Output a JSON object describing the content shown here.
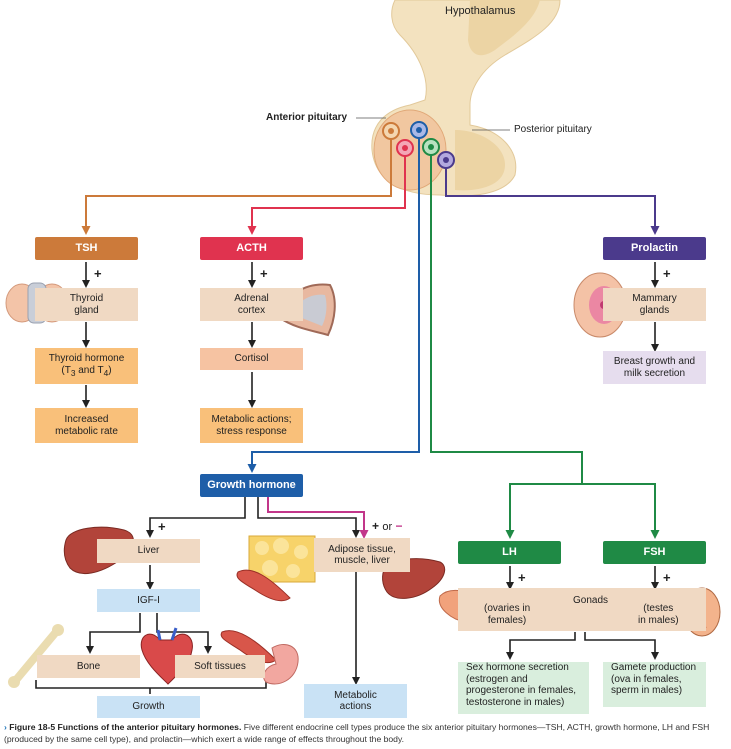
{
  "colors": {
    "tsh": "#cc7a3a",
    "acth": "#e0334f",
    "prolactin": "#4b3a8c",
    "growth": "#1e5ea8",
    "lh_fsh": "#1f8a45",
    "tan": "#f0d9c3",
    "orange": "#f9c07a",
    "peach": "#f6c3a2",
    "lavender": "#e6ddee",
    "blue": "#c9e2f5",
    "green": "#d9eedd"
  },
  "labels": {
    "hypothalamus": "Hypothalamus",
    "anterior_pituitary": "Anterior pituitary",
    "posterior_pituitary": "Posterior pituitary"
  },
  "hormones": {
    "tsh": "TSH",
    "acth": "ACTH",
    "prolactin": "Prolactin",
    "growth_hormone": "Growth hormone",
    "lh": "LH",
    "fsh": "FSH"
  },
  "signs": {
    "plus": "+",
    "or": "or",
    "minus": "−"
  },
  "boxes": {
    "thyroid_gland_1": "Thyroid",
    "thyroid_gland_2": "gland",
    "thyroid_hormone_1": "Thyroid hormone",
    "t3": "(T",
    "t3_sub": "3",
    "and_t": " and T",
    "t4_sub": "4",
    "close": ")",
    "metabolic_rate_1": "Increased",
    "metabolic_rate_2": "metabolic rate",
    "adrenal_1": "Adrenal",
    "adrenal_2": "cortex",
    "cortisol": "Cortisol",
    "metabolic_actions_1": "Metabolic actions;",
    "metabolic_actions_2": "stress response",
    "mammary_1": "Mammary",
    "mammary_2": "glands",
    "breast_1": "Breast growth and",
    "breast_2": "milk secretion",
    "liver": "Liver",
    "igf": "IGF-I",
    "bone": "Bone",
    "soft_tissues": "Soft tissues",
    "growth": "Growth",
    "adipose_1": "Adipose tissue,",
    "adipose_2": "muscle, liver",
    "met_actions_1": "Metabolic",
    "met_actions_2": "actions",
    "gonads": "Gonads",
    "ovaries_1": "(ovaries in",
    "ovaries_2": "females)",
    "testes_1": "(testes",
    "testes_2": "in males)",
    "sex_1": "Sex hormone secretion",
    "sex_2": "(estrogen and",
    "sex_3": "progesterone in females,",
    "sex_4": "testosterone in males)",
    "gamete_1": "Gamete production",
    "gamete_2": "(ova in females,",
    "gamete_3": "sperm in males)"
  },
  "caption": {
    "marker": "›",
    "figure": "Figure 18-5",
    "title": "Functions of the anterior pituitary hormones.",
    "body": "Five different endocrine cell types produce the six anterior pituitary hormones—TSH, ACTH, growth hormone, LH and FSH (produced by the same cell type), and prolactin—which exert a wide range of effects throughout the body."
  }
}
